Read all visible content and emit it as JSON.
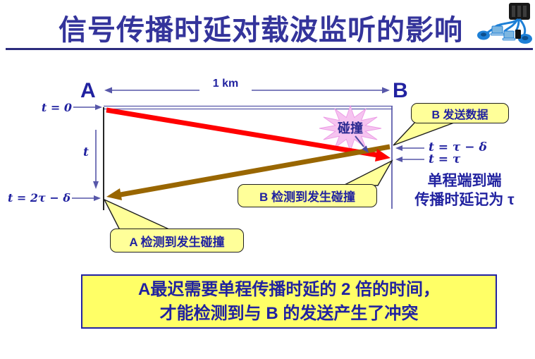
{
  "header": {
    "title": "信号传播时延对载波监听的影响"
  },
  "diagram": {
    "labels": {
      "station_a": "A",
      "station_b": "B",
      "distance": "1 km",
      "t0": "t = 0",
      "t_axis": "t",
      "t_2tau_delta": "t = 2τ − δ",
      "t_tau_delta": "t = τ − δ",
      "t_tau": "t = τ",
      "collision": "碰撞"
    },
    "callouts": {
      "b_send": "B 发送数据",
      "b_detect": "B 检测到发生碰撞",
      "a_detect": "A 检测到发生碰撞"
    },
    "note_line1": "单程端到端",
    "note_line2": "传播时延记为 τ"
  },
  "banner": {
    "line1": "A最迟需要单程传播时延的 2 倍的时间，",
    "line2": "才能检测到与 B 的发送产生了冲突"
  },
  "colors": {
    "title_navy": "#34349B",
    "label_navy": "#2122A0",
    "dimension_slate_blue": "#5757A9",
    "signal_a_red": "#FF0000",
    "signal_b_brown": "#996600",
    "callout_yellow": "#FFFF99",
    "banner_yellow": "#FFFF66",
    "collision_pink": "#F6C3F0"
  }
}
